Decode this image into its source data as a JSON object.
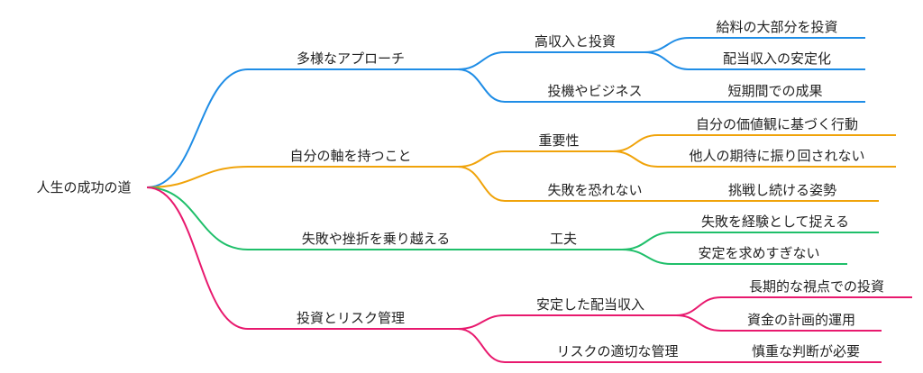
{
  "root": {
    "label": "人生の成功の道"
  },
  "branches": [
    {
      "label": "多様なアプローチ",
      "color": "#1f8de6",
      "children": [
        {
          "label": "高収入と投資",
          "children": [
            "給料の大部分を投資",
            "配当収入の安定化"
          ]
        },
        {
          "label": "投機やビジネス",
          "children": [
            "短期間での成果"
          ]
        }
      ]
    },
    {
      "label": "自分の軸を持つこと",
      "color": "#f0a30a",
      "children": [
        {
          "label": "重要性",
          "children": [
            "自分の価値観に基づく行動",
            "他人の期待に振り回されない"
          ]
        },
        {
          "label": "失敗を恐れない",
          "children": [
            "挑戦し続ける姿勢"
          ]
        }
      ]
    },
    {
      "label": "失敗や挫折を乗り越える",
      "color": "#1fbf6a",
      "children": [
        {
          "label": "工夫",
          "children": [
            "失敗を経験として捉える",
            "安定を求めすぎない"
          ]
        }
      ]
    },
    {
      "label": "投資とリスク管理",
      "color": "#e8196e",
      "children": [
        {
          "label": "安定した配当収入",
          "children": [
            "長期的な視点での投資",
            "資金の計画的運用"
          ]
        },
        {
          "label": "リスクの適切な管理",
          "children": [
            "慎重な判断が必要"
          ]
        }
      ]
    }
  ]
}
